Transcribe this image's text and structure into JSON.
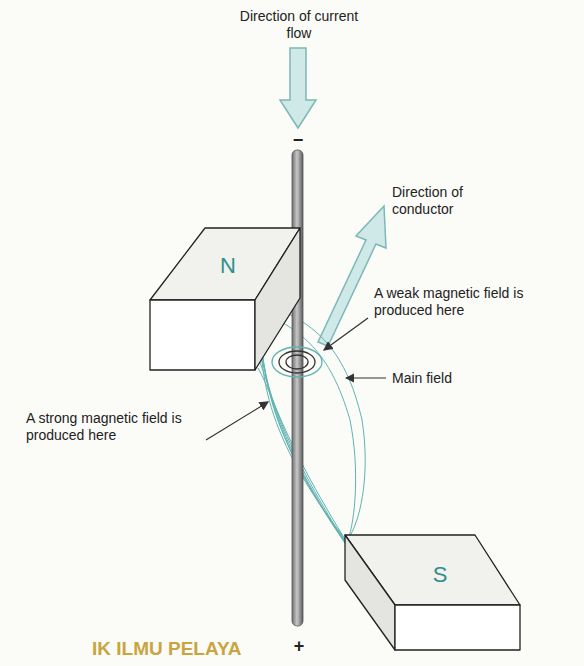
{
  "diagram": {
    "nodes": [
      {
        "text": [
          "N"
        ]
      },
      {
        "text": [
          "S"
        ]
      }
    ],
    "labels": [
      "Direction of current flow",
      "−",
      "Direction of conductor",
      "A weak magnetic field is produced here",
      "Main field",
      "A strong magnetic field is produced here",
      "+",
      "IK ILMU PELAYA"
    ]
  }
}
